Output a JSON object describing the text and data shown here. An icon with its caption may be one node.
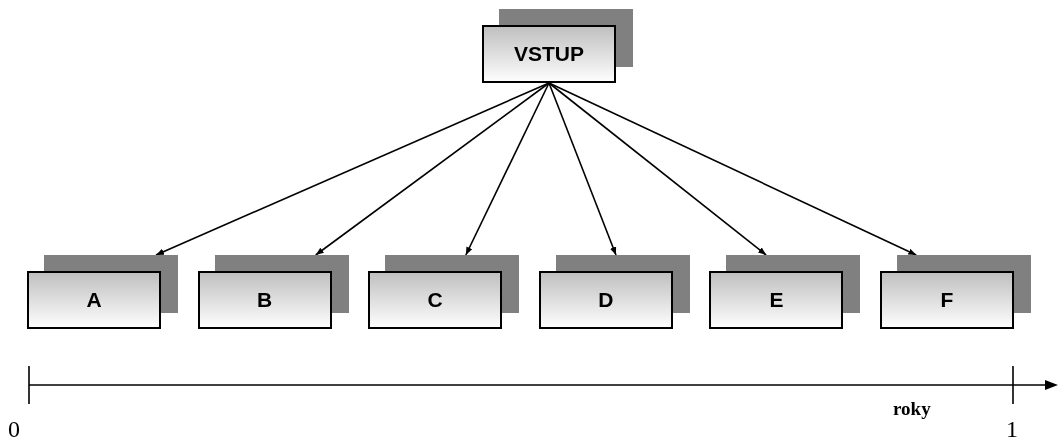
{
  "diagram": {
    "nodes": [
      {
        "text": [
          "VSTUP"
        ]
      },
      {
        "text": [
          "A"
        ]
      },
      {
        "text": [
          "B"
        ]
      },
      {
        "text": [
          "C"
        ]
      },
      {
        "text": [
          "D"
        ]
      },
      {
        "text": [
          "E"
        ]
      },
      {
        "text": [
          "F"
        ]
      }
    ],
    "edges": [
      {
        "from": 0,
        "to": 1,
        "arrow": "to"
      },
      {
        "from": 0,
        "to": 2,
        "arrow": "to"
      },
      {
        "from": 0,
        "to": 3,
        "arrow": "to"
      },
      {
        "from": 0,
        "to": 4,
        "arrow": "to"
      },
      {
        "from": 0,
        "to": 5,
        "arrow": "to"
      },
      {
        "from": 0,
        "to": 6,
        "arrow": "to"
      }
    ],
    "labels": [
      "0",
      "roky",
      "1"
    ]
  }
}
